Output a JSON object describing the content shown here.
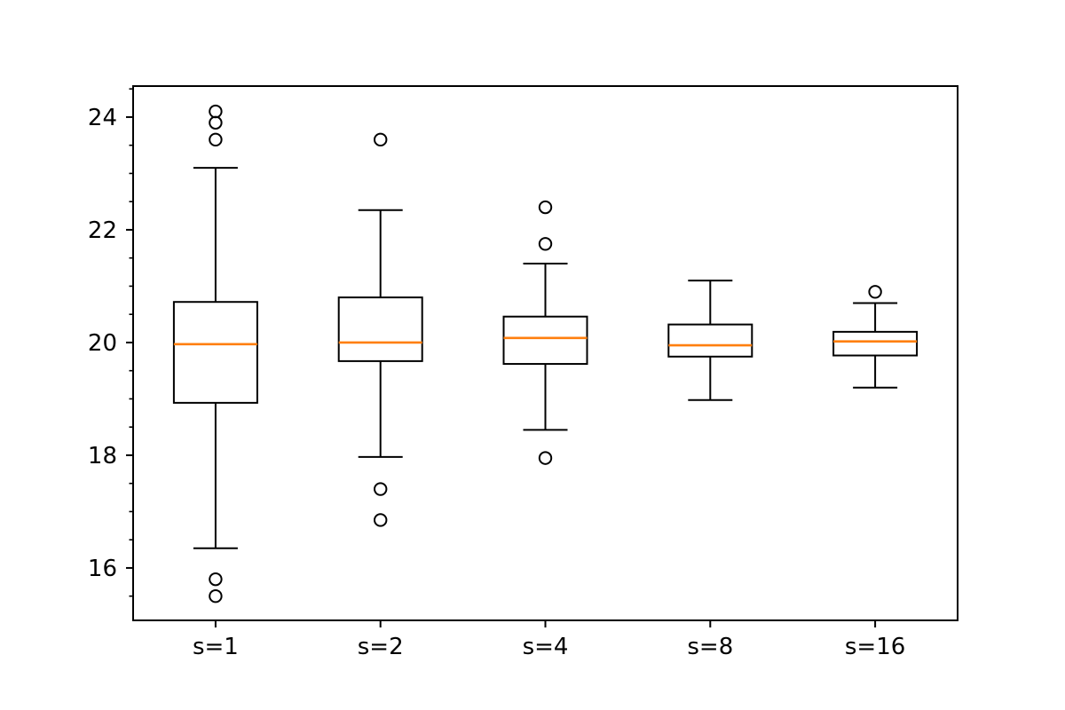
{
  "chart_data": {
    "type": "boxplot",
    "title": "",
    "xlabel": "",
    "ylabel": "",
    "grid": false,
    "legend": false,
    "categories": [
      "s=1",
      "s=2",
      "s=4",
      "s=8",
      "s=16"
    ],
    "series": [
      {
        "label": "s=1",
        "whislo": 16.35,
        "q1": 18.93,
        "med": 19.97,
        "q3": 20.72,
        "whishi": 23.1,
        "fliers": [
          24.1,
          23.9,
          23.6,
          15.8,
          15.5
        ]
      },
      {
        "label": "s=2",
        "whislo": 17.97,
        "q1": 19.67,
        "med": 20.0,
        "q3": 20.8,
        "whishi": 22.35,
        "fliers": [
          23.6,
          17.4,
          16.85
        ]
      },
      {
        "label": "s=4",
        "whislo": 18.45,
        "q1": 19.62,
        "med": 20.08,
        "q3": 20.46,
        "whishi": 21.4,
        "fliers": [
          22.4,
          21.75,
          17.95
        ]
      },
      {
        "label": "s=8",
        "whislo": 18.98,
        "q1": 19.75,
        "med": 19.95,
        "q3": 20.32,
        "whishi": 21.1,
        "fliers": []
      },
      {
        "label": "s=16",
        "whislo": 19.2,
        "q1": 19.77,
        "med": 20.02,
        "q3": 20.19,
        "whishi": 20.7,
        "fliers": [
          20.9
        ]
      }
    ],
    "y_axis": {
      "ylim": [
        15.07,
        24.55
      ],
      "major_ticks": [
        16,
        18,
        20,
        22,
        24
      ],
      "major_tick_labels": [
        "16",
        "18",
        "20",
        "22",
        "24"
      ],
      "minor_tick_step": 0.5,
      "minor_tick_range": [
        15.5,
        24.5
      ]
    },
    "x_axis": {
      "tick_labels": [
        "s=1",
        "s=2",
        "s=4",
        "s=8",
        "s=16"
      ]
    },
    "colors": {
      "median": "#ff7f0e",
      "line": "#000000",
      "background": "#ffffff"
    }
  }
}
